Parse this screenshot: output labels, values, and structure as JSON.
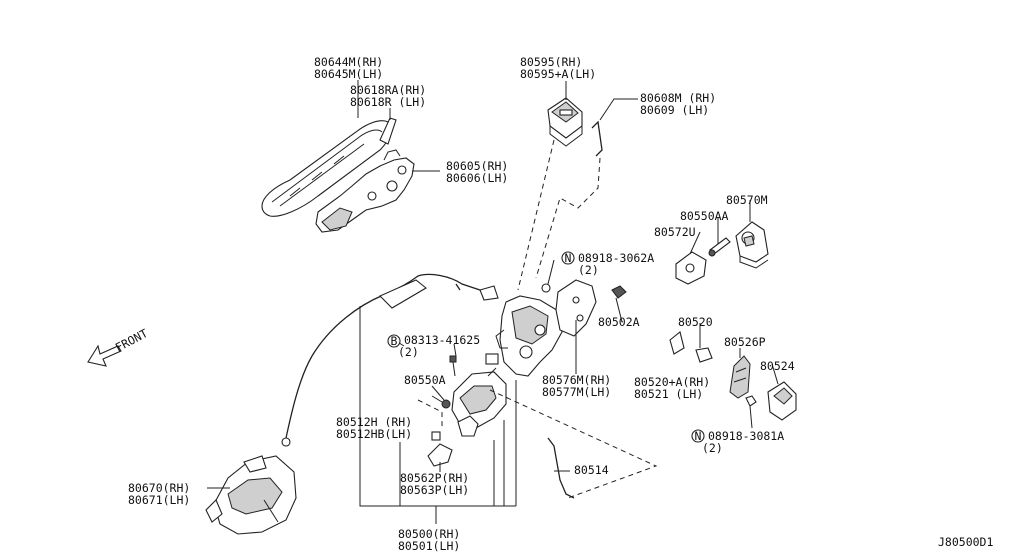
{
  "callouts": {
    "c80644": [
      "80644M(RH)",
      "80645M(LH)"
    ],
    "c80618": [
      "80618RA(RH)",
      "80618R (LH)"
    ],
    "c80605": [
      "80605(RH)",
      "80606(LH)"
    ],
    "c80595": [
      "80595(RH)",
      "80595+A(LH)"
    ],
    "c80608": [
      "80608M (RH)",
      "80609 (LH)"
    ],
    "c80570": [
      "80570M"
    ],
    "c80550aa": [
      "80550AA"
    ],
    "c80572": [
      "80572U"
    ],
    "c08918_3062": [
      "08918-3062A",
      "(2)"
    ],
    "c08313": [
      "08313-41625",
      "(2)"
    ],
    "c80502": [
      "80502A"
    ],
    "c80520": [
      "80520"
    ],
    "c80526": [
      "80526P"
    ],
    "c80524": [
      "80524"
    ],
    "c80520a": [
      "80520+A(RH)",
      "80521 (LH)"
    ],
    "c08918_3081": [
      "08918-3081A",
      "(2)"
    ],
    "c80550a": [
      "80550A"
    ],
    "c80576": [
      "80576M(RH)",
      "80577M(LH)"
    ],
    "c80512": [
      "80512H  (RH)",
      "80512HB(LH)"
    ],
    "c80514": [
      "80514"
    ],
    "c80562": [
      "80562P(RH)",
      "80563P(LH)"
    ],
    "c80670": [
      "80670(RH)",
      "80671(LH)"
    ],
    "c80500": [
      "80500(RH)",
      "80501(LH)"
    ]
  },
  "markers": {
    "nut_symbol": "N",
    "bolt_symbol": "B"
  },
  "front_label": "FRONT",
  "diagram_code": "J80500D1"
}
